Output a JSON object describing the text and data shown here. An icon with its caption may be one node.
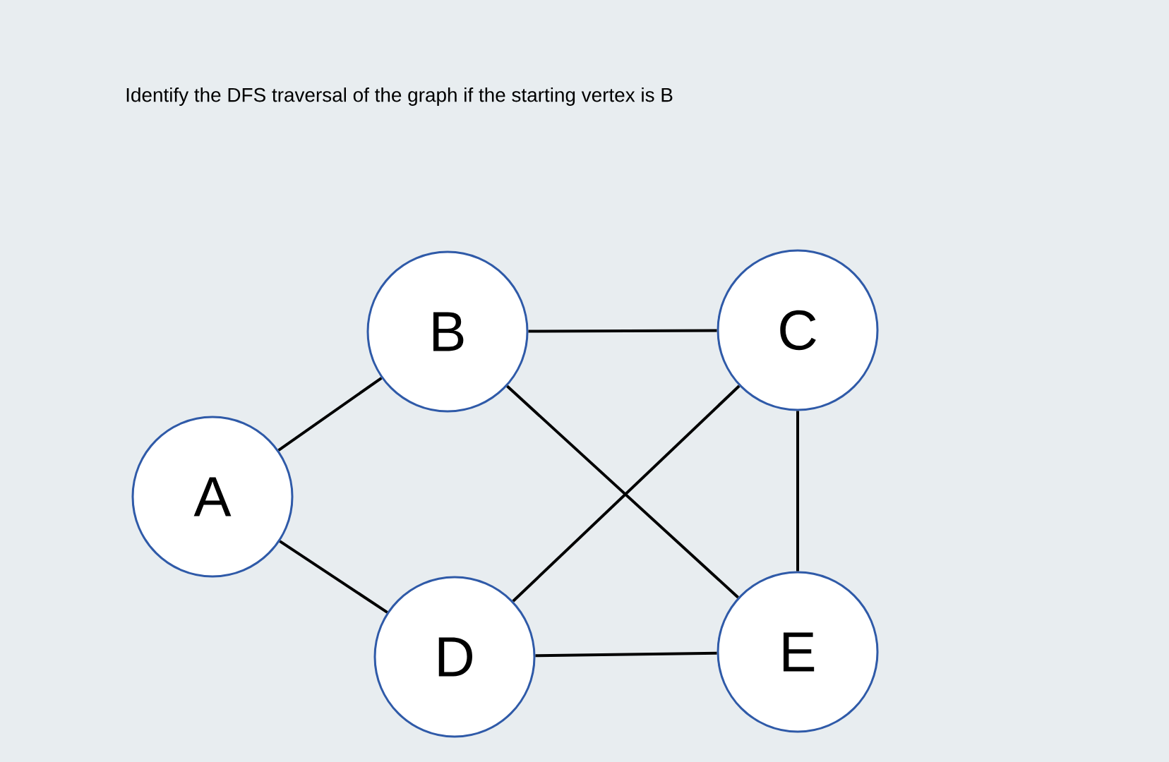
{
  "diagram": {
    "title": "Identify the DFS traversal of the graph if the starting vertex is B",
    "nodes": [
      {
        "text": [
          "A"
        ]
      },
      {
        "text": [
          "B"
        ]
      },
      {
        "text": [
          "C"
        ]
      },
      {
        "text": [
          "D"
        ]
      },
      {
        "text": [
          "E"
        ]
      }
    ],
    "edges": [
      {
        "from": 0,
        "to": 1,
        "arrow": "none"
      },
      {
        "from": 0,
        "to": 3,
        "arrow": "none"
      },
      {
        "from": 1,
        "to": 2,
        "arrow": "none"
      },
      {
        "from": 1,
        "to": 4,
        "arrow": "none"
      },
      {
        "from": 2,
        "to": 3,
        "arrow": "none"
      },
      {
        "from": 2,
        "to": 4,
        "arrow": "none"
      },
      {
        "from": 3,
        "to": 4,
        "arrow": "none"
      }
    ]
  }
}
